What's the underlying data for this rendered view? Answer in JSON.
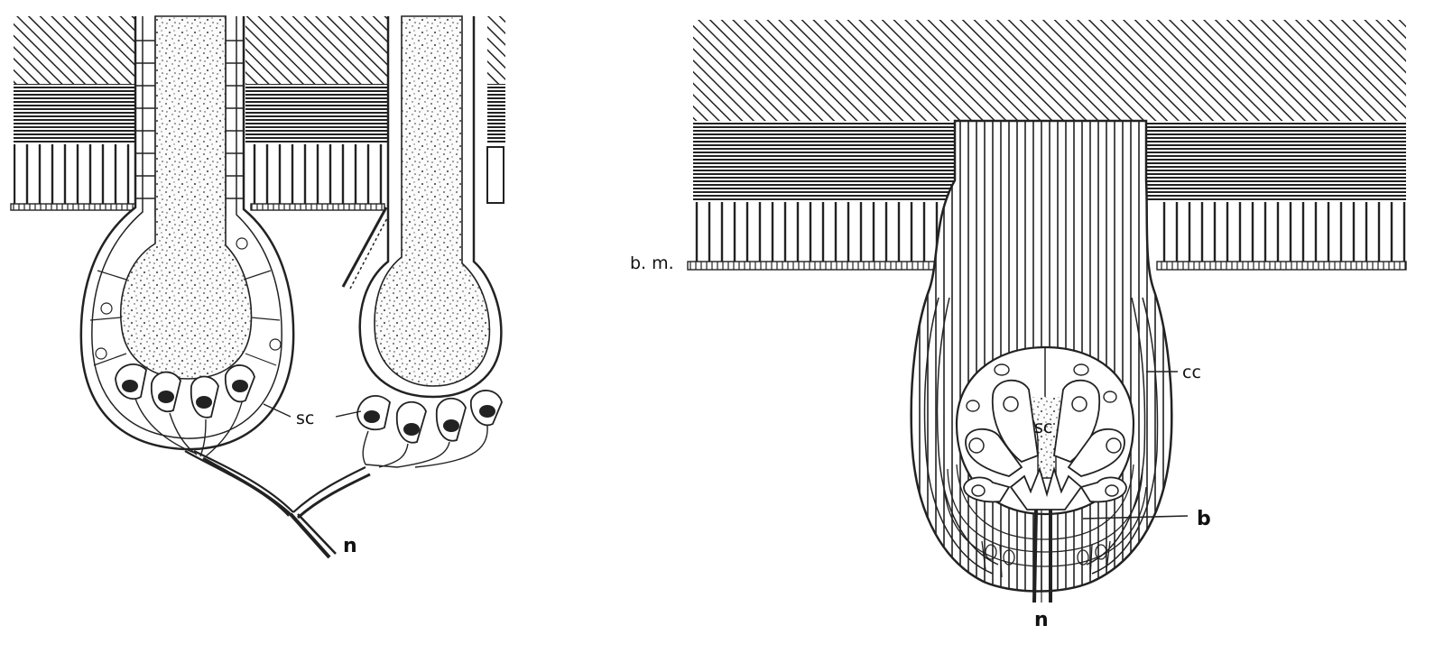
{
  "figure": {
    "left_panel": {
      "labels": {
        "sensory_cells": "sc",
        "nerve": "n"
      }
    },
    "right_panel": {
      "labels": {
        "basement_membrane": "b. m.",
        "cap_cells": "cc",
        "sensory_cells": "sc",
        "base": "b",
        "nerve": "n"
      }
    }
  }
}
